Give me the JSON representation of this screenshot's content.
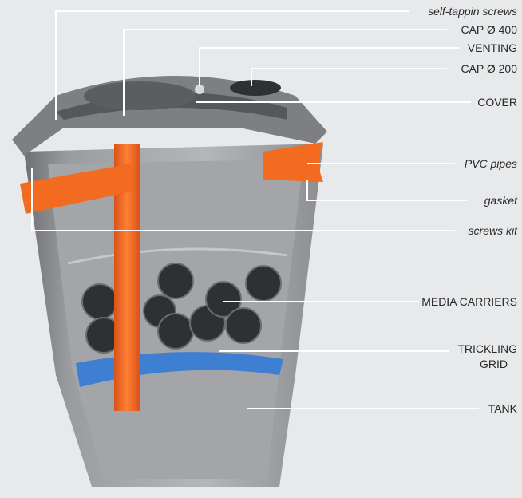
{
  "labels": {
    "self_tappin_screws": "self-tappin screws",
    "cap_400": "CAP Ø 400",
    "venting": "VENTING",
    "cap_200": "CAP Ø 200",
    "cover": "COVER",
    "pvc_pipes": "PVC pipes",
    "gasket": "gasket",
    "screws_kit": "screws kit",
    "media_carriers": "MEDIA CARRIERS",
    "trickling_grid_line1": "TRICKLING",
    "trickling_grid_line2": "GRID",
    "tank": "TANK"
  },
  "colors": {
    "background": "#e8e9eb",
    "tank": "#8a8c90",
    "pipe": "#f26b21",
    "grid": "#3f7fd1",
    "leader": "#ffffff"
  }
}
